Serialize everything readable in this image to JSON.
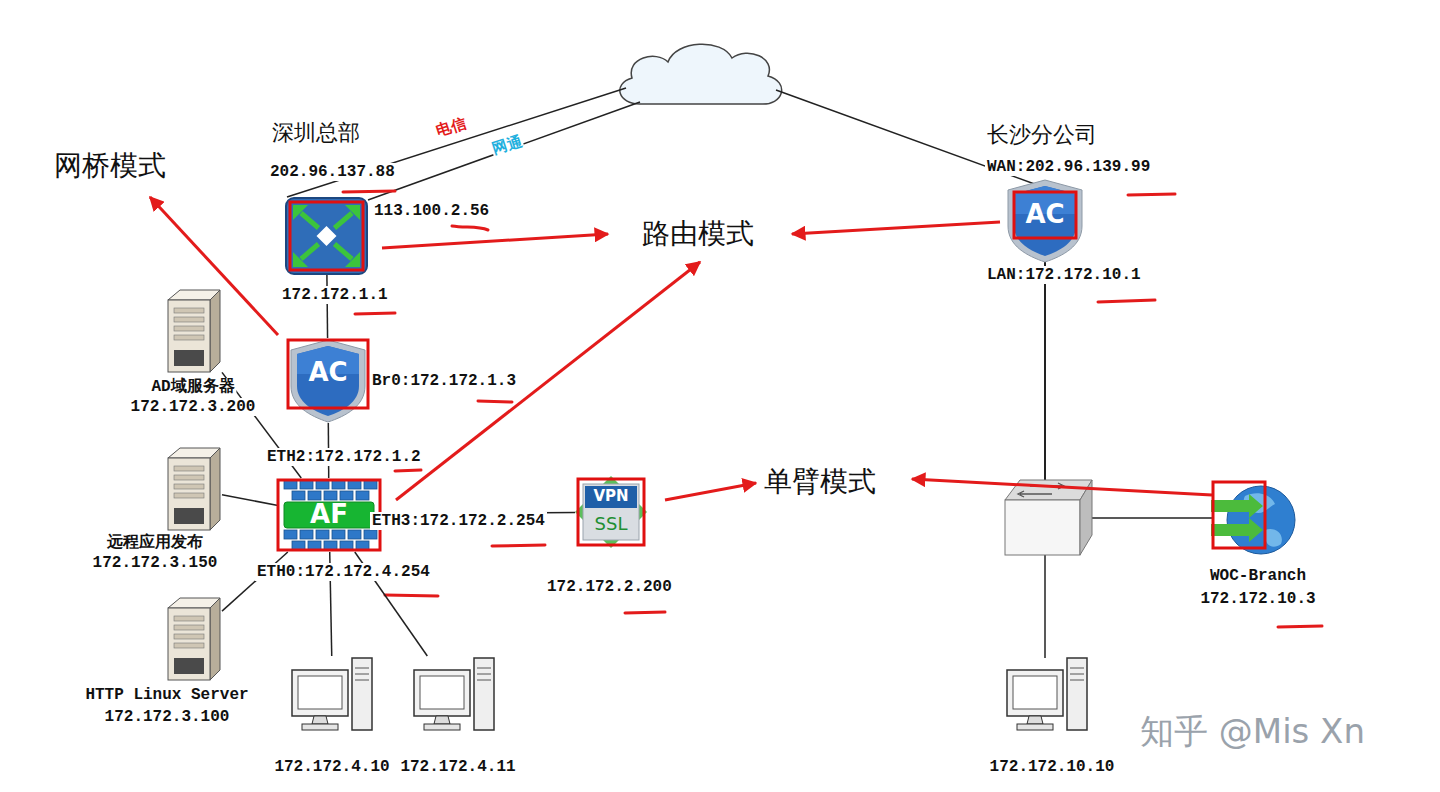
{
  "diagram": {
    "nodes": [
      {
        "text": [
          "深圳总部",
          "202.96.137.88",
          "113.100.2.56",
          "172.172.1.1"
        ]
      },
      {
        "text": [
          "AC",
          "Br0:172.172.1.3",
          "ETH2:172.172.1.2"
        ]
      },
      {
        "text": [
          "AF",
          "ETH3:172.172.2.254",
          "ETH0:172.172.4.254"
        ]
      },
      {
        "text": [
          "AD域服务器",
          "172.172.3.200"
        ]
      },
      {
        "text": [
          "远程应用发布",
          "172.172.3.150"
        ]
      },
      {
        "text": [
          "HTTP Linux Server",
          "172.172.3.100"
        ]
      },
      {
        "text": [
          "VPN",
          "SSL",
          "172.172.2.200"
        ]
      },
      {
        "text": [
          "172.172.4.10"
        ]
      },
      {
        "text": [
          "172.172.4.11"
        ]
      },
      {
        "text": [
          "长沙分公司",
          "WAN:202.96.139.99",
          "AC",
          "LAN:172.172.10.1"
        ]
      },
      {
        "text": [
          "WOC-Branch",
          "172.172.10.3"
        ]
      },
      {
        "text": [
          "172.172.10.10"
        ]
      }
    ],
    "edges": [
      {
        "from": 0,
        "to": 1,
        "arrow": "none"
      },
      {
        "from": 1,
        "to": 2,
        "arrow": "none"
      },
      {
        "from": 2,
        "to": 3,
        "arrow": "none"
      },
      {
        "from": 2,
        "to": 4,
        "arrow": "none"
      },
      {
        "from": 2,
        "to": 5,
        "arrow": "none"
      },
      {
        "from": 2,
        "to": 6,
        "arrow": "none"
      },
      {
        "from": 2,
        "to": 7,
        "arrow": "none"
      },
      {
        "from": 2,
        "to": 8,
        "arrow": "none"
      }
    ],
    "labels": [
      "电信",
      "网通",
      "网桥模式",
      "路由模式",
      "单臂模式",
      "知乎 @Mis Xn"
    ]
  }
}
